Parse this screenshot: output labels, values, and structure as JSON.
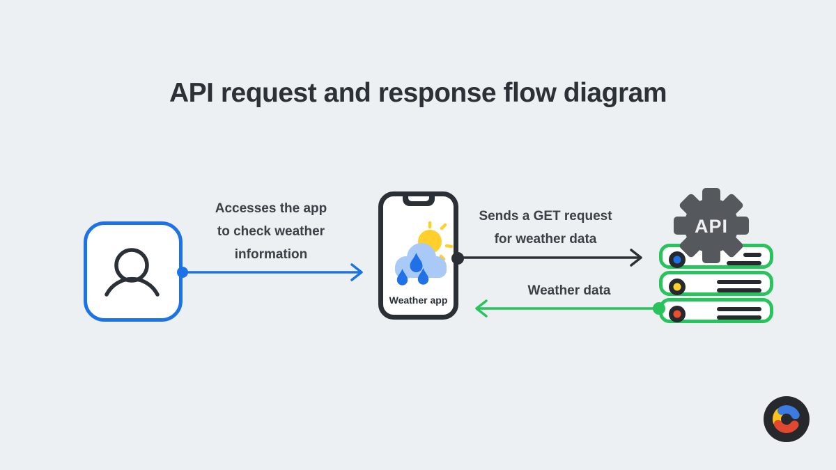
{
  "title": "API request and response flow diagram",
  "colors": {
    "background": "#edf0f2",
    "title": "#2b3137",
    "ink": "#3a4046",
    "blue": "#1c73e8",
    "dark": "#2b3036",
    "green": "#28c35c",
    "yellow": "#ffd02c",
    "red": "#e8502f",
    "cloud": "#a9c9f6",
    "drop": "#2070e8",
    "gear": "#55595d",
    "slate": "#26292d",
    "logo_bg": "#26282c",
    "logo_blue": "#3c7ce0",
    "logo_yellow": "#fcc419",
    "logo_red": "#e0492f"
  },
  "icons": {
    "user": "person-icon",
    "phone": "smartphone-icon",
    "weather": "sun-cloud-rain-icon",
    "server": "server-stack-icon",
    "gear": "api-gear-icon",
    "brand": "c-ring-logo-icon"
  },
  "nodes": {
    "phone": {
      "label": "Weather app"
    },
    "server": {
      "gear_label": "API"
    }
  },
  "flows": {
    "access": {
      "direction": "right",
      "color": "#1c73e8",
      "line1": "Accesses the app",
      "line2": "to check weather",
      "line3": "information"
    },
    "request": {
      "direction": "right",
      "color": "#2b3036",
      "line1": "Sends a GET request",
      "line2": "for weather data"
    },
    "response": {
      "direction": "left",
      "color": "#28c35c",
      "line1": "Weather data"
    }
  }
}
